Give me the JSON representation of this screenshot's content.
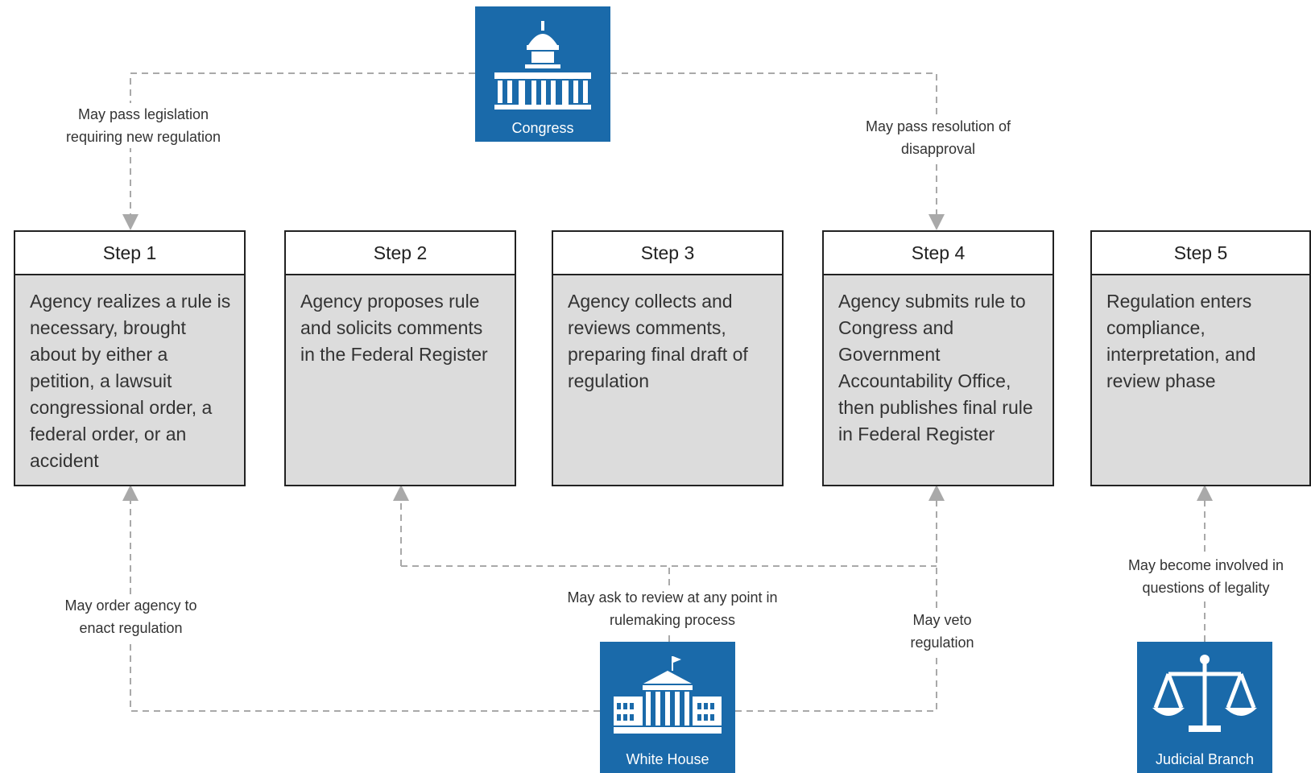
{
  "entities": {
    "congress": "Congress",
    "white_house": "White House",
    "judicial": "Judicial Branch"
  },
  "steps": [
    {
      "title": "Step 1",
      "text": "Agency realizes a rule is necessary, brought about by either a petition, a lawsuit congressional order, a federal order, or an accident"
    },
    {
      "title": "Step 2",
      "text": "Agency proposes rule and solicits comments in the Federal Register"
    },
    {
      "title": "Step 3",
      "text": "Agency collects and reviews comments, preparing final draft of regulation"
    },
    {
      "title": "Step 4",
      "text": "Agency submits rule to Congress and Government Accountability Office, then publishes final rule in Federal Register"
    },
    {
      "title": "Step 5",
      "text": "Regulation enters compliance, interpretation, and review phase"
    }
  ],
  "labels": {
    "congress_legislation": "May pass legislation requiring new regulation",
    "congress_disapproval": "May pass resolution of disapproval",
    "wh_order": "May order agency to enact regulation",
    "wh_review": "May ask to review at any point in rulemaking process",
    "wh_veto": "May veto regulation",
    "judicial_legality": "May become involved in questions of legality"
  },
  "colors": {
    "entity_blue": "#1a6aaa",
    "step_body": "#dcdcdc",
    "connector": "#a9a9a9"
  }
}
